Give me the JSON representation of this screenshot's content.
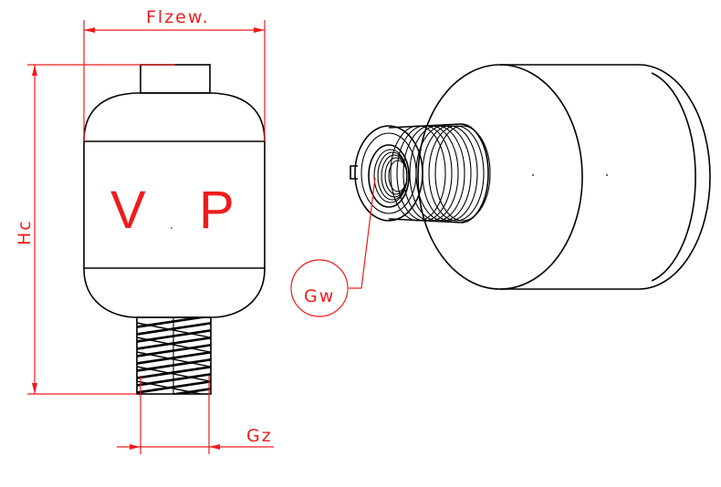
{
  "labels": {
    "width_dim": "Flzew.",
    "height_dim": "Hc",
    "thread_bottom": "Gz",
    "thread_inner": "Gw",
    "volume_mark": "V",
    "pressure_mark": "P"
  },
  "colors": {
    "annotation": "#ee1c1c",
    "outline": "#000000",
    "background": "#ffffff"
  }
}
